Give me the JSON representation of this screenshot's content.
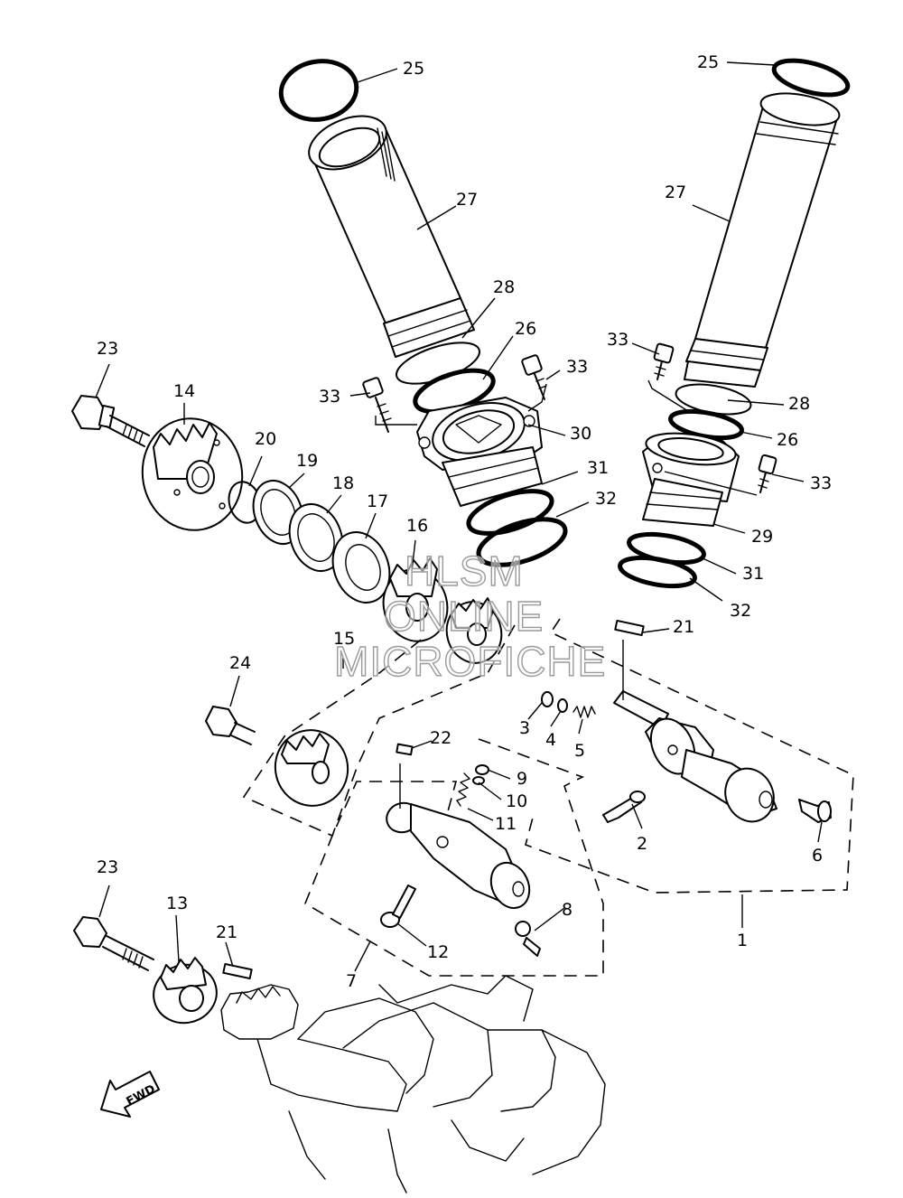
{
  "callouts": {
    "c1": "1",
    "c2": "2",
    "c3": "3",
    "c4": "4",
    "c5": "5",
    "c6": "6",
    "c7": "7",
    "c8": "8",
    "c9": "9",
    "c10": "10",
    "c11": "11",
    "c12": "12",
    "c13": "13",
    "c14": "14",
    "c15": "15",
    "c16": "16",
    "c17": "17",
    "c18": "18",
    "c19": "19",
    "c20": "20",
    "c21a": "21",
    "c21b": "21",
    "c22": "22",
    "c23a": "23",
    "c23b": "23",
    "c24": "24",
    "c25a": "25",
    "c25b": "25",
    "c26a": "26",
    "c26b": "26",
    "c27a": "27",
    "c27b": "27",
    "c28a": "28",
    "c28b": "28",
    "c29": "29",
    "c30": "30",
    "c31a": "31",
    "c31b": "31",
    "c32a": "32",
    "c32b": "32",
    "c33a": "33",
    "c33b": "33",
    "c33c": "33",
    "c33d": "33"
  },
  "watermark": {
    "line1": "HLSM",
    "line2": "ONLINE",
    "line3": "MICROFICHE"
  },
  "direction_label": "FWD",
  "colors": {
    "line": "#000000",
    "background": "#ffffff",
    "watermark": "#9a9a9a"
  }
}
